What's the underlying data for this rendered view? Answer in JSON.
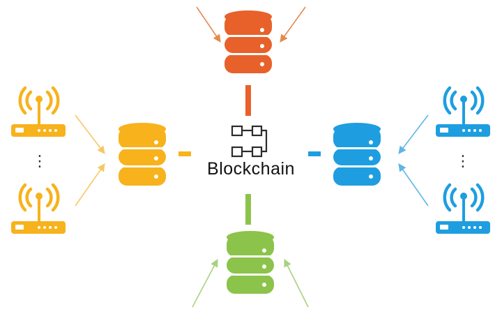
{
  "center": {
    "label": "Blockchain",
    "icon": "blockchain-icon"
  },
  "colors": {
    "top": "#E8612A",
    "left": "#F7B21C",
    "right": "#1E9EE0",
    "bottom": "#8CC34B",
    "top_arrow": "#E58A4B",
    "left_arrow": "#F6C765",
    "right_arrow": "#5FB6E5",
    "bottom_arrow": "#A9D17F",
    "blockchain_icon": "#2b2b2b",
    "text": "#111111"
  },
  "nodes": [
    {
      "id": "top",
      "icon": "database-icon",
      "color_key": "top"
    },
    {
      "id": "left",
      "icon": "database-icon",
      "color_key": "left"
    },
    {
      "id": "right",
      "icon": "database-icon",
      "color_key": "right"
    },
    {
      "id": "bottom",
      "icon": "database-icon",
      "color_key": "bottom"
    }
  ],
  "devices": [
    {
      "group": "left",
      "icon": "wifi-router-icon",
      "color_key": "left"
    },
    {
      "group": "right",
      "icon": "wifi-router-icon",
      "color_key": "right"
    }
  ],
  "ellipsis": "⋮"
}
